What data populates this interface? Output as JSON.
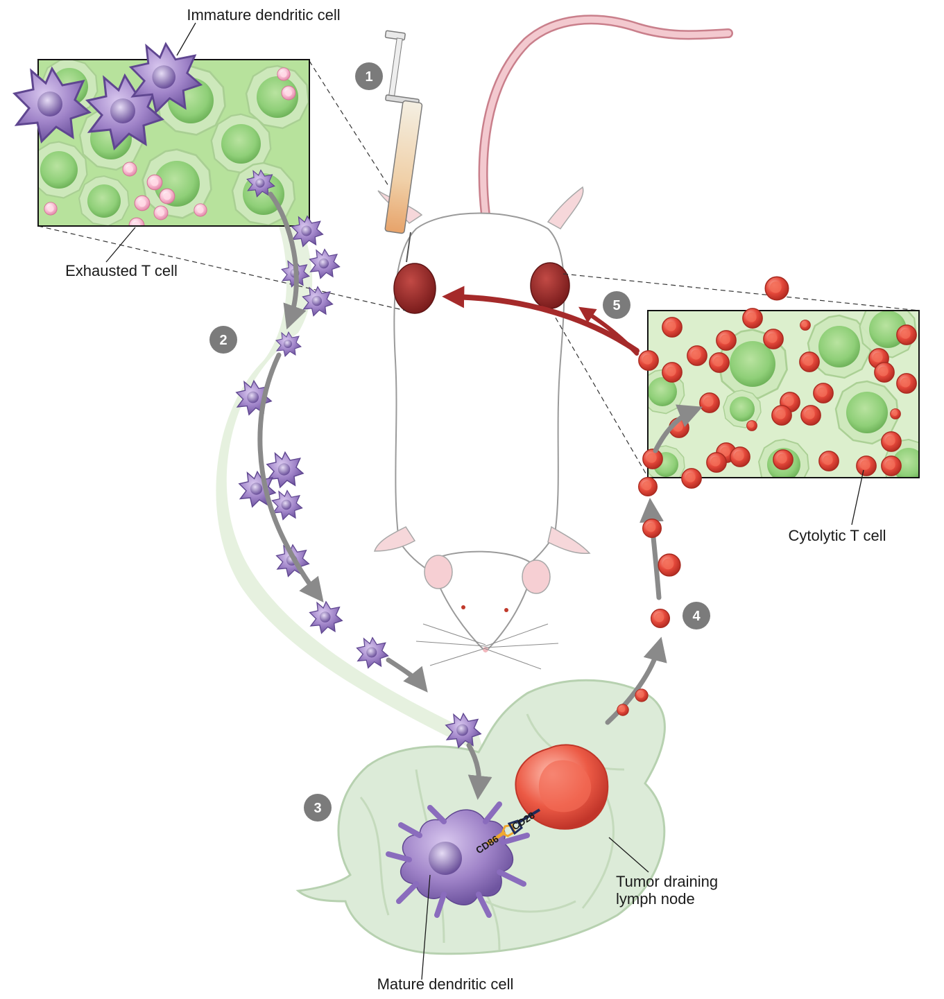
{
  "labels": {
    "immature_dc": "Immature dendritic cell",
    "exhausted_t": "Exhausted T cell",
    "cytolytic_t": "Cytolytic T cell",
    "lymph_node_line1": "Tumor draining",
    "lymph_node_line2": "lymph node",
    "mature_dc": "Mature dendritic cell",
    "cd86": "CD86",
    "cd28": "CD28"
  },
  "steps": [
    "1",
    "2",
    "3",
    "4",
    "5"
  ],
  "colors": {
    "tumor": "#8e2323",
    "arrow_red": "#a52a2a",
    "arrow_gray": "#8a8a8a",
    "dc_purple": "#9b7fc4",
    "t_red": "#e0483a",
    "exhausted_pink": "#f5a9c4",
    "tumor_green": "#9fd28a",
    "lymph_green": "#dcebd8",
    "step_badge": "#7b7b7b",
    "cd86_color": "#f0a830",
    "cd28_color": "#1e2a5a"
  },
  "icons": [
    "syringe-icon",
    "mouse-illustration",
    "tumor-icon",
    "dendritic-cell-icon",
    "t-cell-icon",
    "lymph-node-icon"
  ]
}
